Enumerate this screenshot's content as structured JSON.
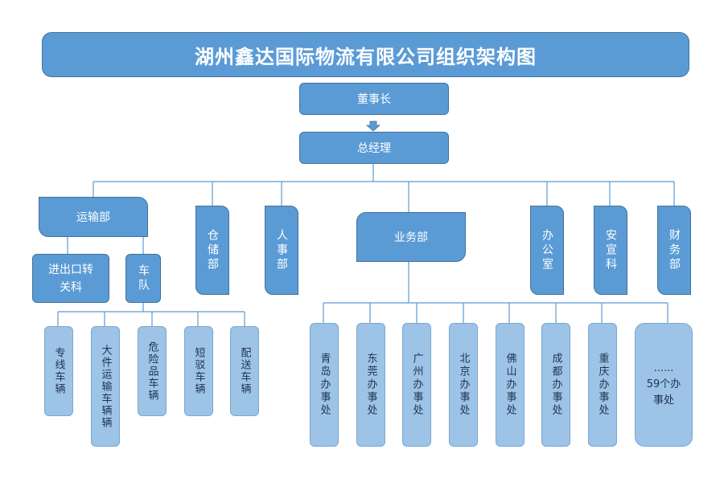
{
  "title": "湖州鑫达国际物流有限公司组织架构图",
  "chairman": "董事长",
  "gm": "总经理",
  "departments": {
    "transport": "运输部",
    "warehouse": "仓储部",
    "hr": "人事部",
    "business": "业务部",
    "office": "办公室",
    "publicity": "安宣科",
    "finance": "财务部"
  },
  "transport_subs": {
    "import_export": "进出口转关科",
    "fleet": "车队"
  },
  "fleet_vehicles": [
    "专线车辆",
    "大件运输车辆辆",
    "危险品车辆",
    "短驳车辆",
    "配送车辆"
  ],
  "offices": [
    "青岛办事处",
    "东莞办事处",
    "广州办事处",
    "北京办事处",
    "佛山办事处",
    "成都办事处",
    "重庆办事处"
  ],
  "more_offices": {
    "ellipsis": "......",
    "label": "59个办事处"
  }
}
